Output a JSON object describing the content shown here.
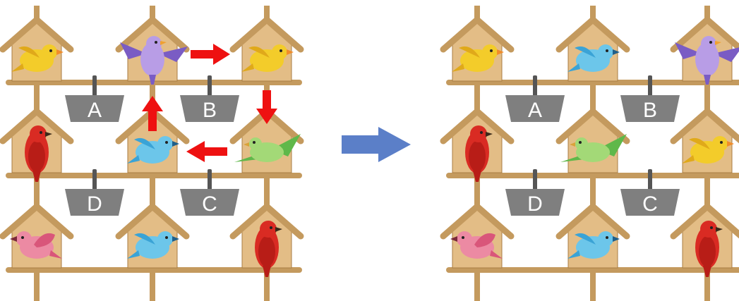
{
  "colors": {
    "wood": "#c49a5e",
    "wood_dark": "#a87d44",
    "house_fill": "#e3bd86",
    "plate": "#7f7f7f",
    "plate_hook": "#555555",
    "move_arrow": "#ee1111",
    "transition_arrow": "#5b7fc8",
    "bird_yellow": "#f3cc2a",
    "bird_purple": "#b89de6",
    "bird_blue": "#6cc6ea",
    "bird_green": "#a3d977",
    "bird_red": "#d92b23",
    "bird_pink": "#ec8aa3"
  },
  "before": {
    "plates": [
      {
        "label": "A"
      },
      {
        "label": "B"
      },
      {
        "label": "C"
      },
      {
        "label": "D"
      }
    ],
    "houses": [
      {
        "row": 0,
        "col": 0,
        "bird": "yellow"
      },
      {
        "row": 0,
        "col": 1,
        "bird": "purple"
      },
      {
        "row": 0,
        "col": 2,
        "bird": "yellow"
      },
      {
        "row": 1,
        "col": 0,
        "bird": "red"
      },
      {
        "row": 1,
        "col": 1,
        "bird": "blue"
      },
      {
        "row": 1,
        "col": 2,
        "bird": "green"
      },
      {
        "row": 2,
        "col": 0,
        "bird": "pink"
      },
      {
        "row": 2,
        "col": 1,
        "bird": "blue"
      },
      {
        "row": 2,
        "col": 2,
        "bird": "red"
      }
    ],
    "moves": [
      {
        "direction": "right"
      },
      {
        "direction": "down"
      },
      {
        "direction": "left"
      },
      {
        "direction": "up"
      }
    ]
  },
  "after": {
    "plates": [
      {
        "label": "A"
      },
      {
        "label": "B"
      },
      {
        "label": "C"
      },
      {
        "label": "D"
      }
    ],
    "houses": [
      {
        "row": 0,
        "col": 0,
        "bird": "yellow"
      },
      {
        "row": 0,
        "col": 1,
        "bird": "blue"
      },
      {
        "row": 0,
        "col": 2,
        "bird": "purple"
      },
      {
        "row": 1,
        "col": 0,
        "bird": "red"
      },
      {
        "row": 1,
        "col": 1,
        "bird": "green"
      },
      {
        "row": 1,
        "col": 2,
        "bird": "yellow"
      },
      {
        "row": 2,
        "col": 0,
        "bird": "pink"
      },
      {
        "row": 2,
        "col": 1,
        "bird": "blue"
      },
      {
        "row": 2,
        "col": 2,
        "bird": "red"
      }
    ]
  }
}
